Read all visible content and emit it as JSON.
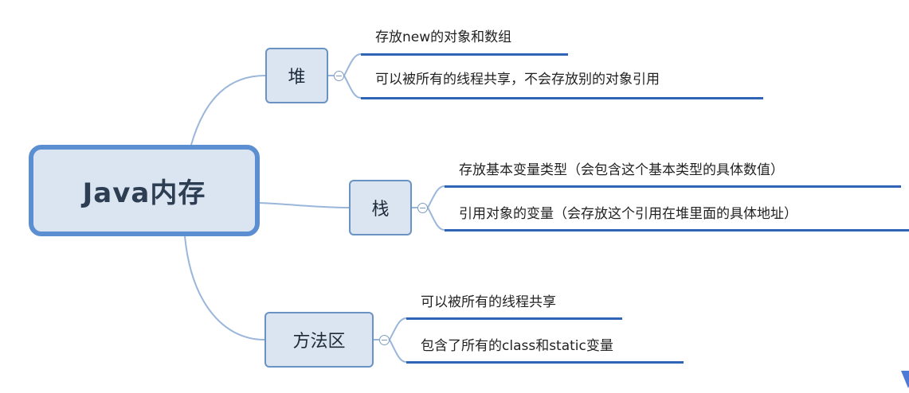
{
  "mindmap": {
    "root": {
      "label": "Java内存"
    },
    "branches": [
      {
        "label": "堆",
        "items": [
          "存放new的对象和数组",
          "可以被所有的线程共享，不会存放别的对象引用"
        ]
      },
      {
        "label": "栈",
        "items": [
          "存放基本变量类型（会包含这个基本类型的具体数值）",
          "引用对象的变量（会存放这个引用在堆里面的具体地址）"
        ]
      },
      {
        "label": "方法区",
        "items": [
          "可以被所有的线程共享",
          "包含了所有的class和static变量"
        ]
      }
    ]
  },
  "icons": {
    "collapse": "collapse-minus-icon",
    "corner": "scroll-arrow-icon"
  },
  "colors": {
    "root_border": "#5b8fd1",
    "node_fill": "#dbe5f1",
    "node_border": "#6a93c4",
    "connector": "#9ab6da",
    "underline": "#2f64b6"
  }
}
